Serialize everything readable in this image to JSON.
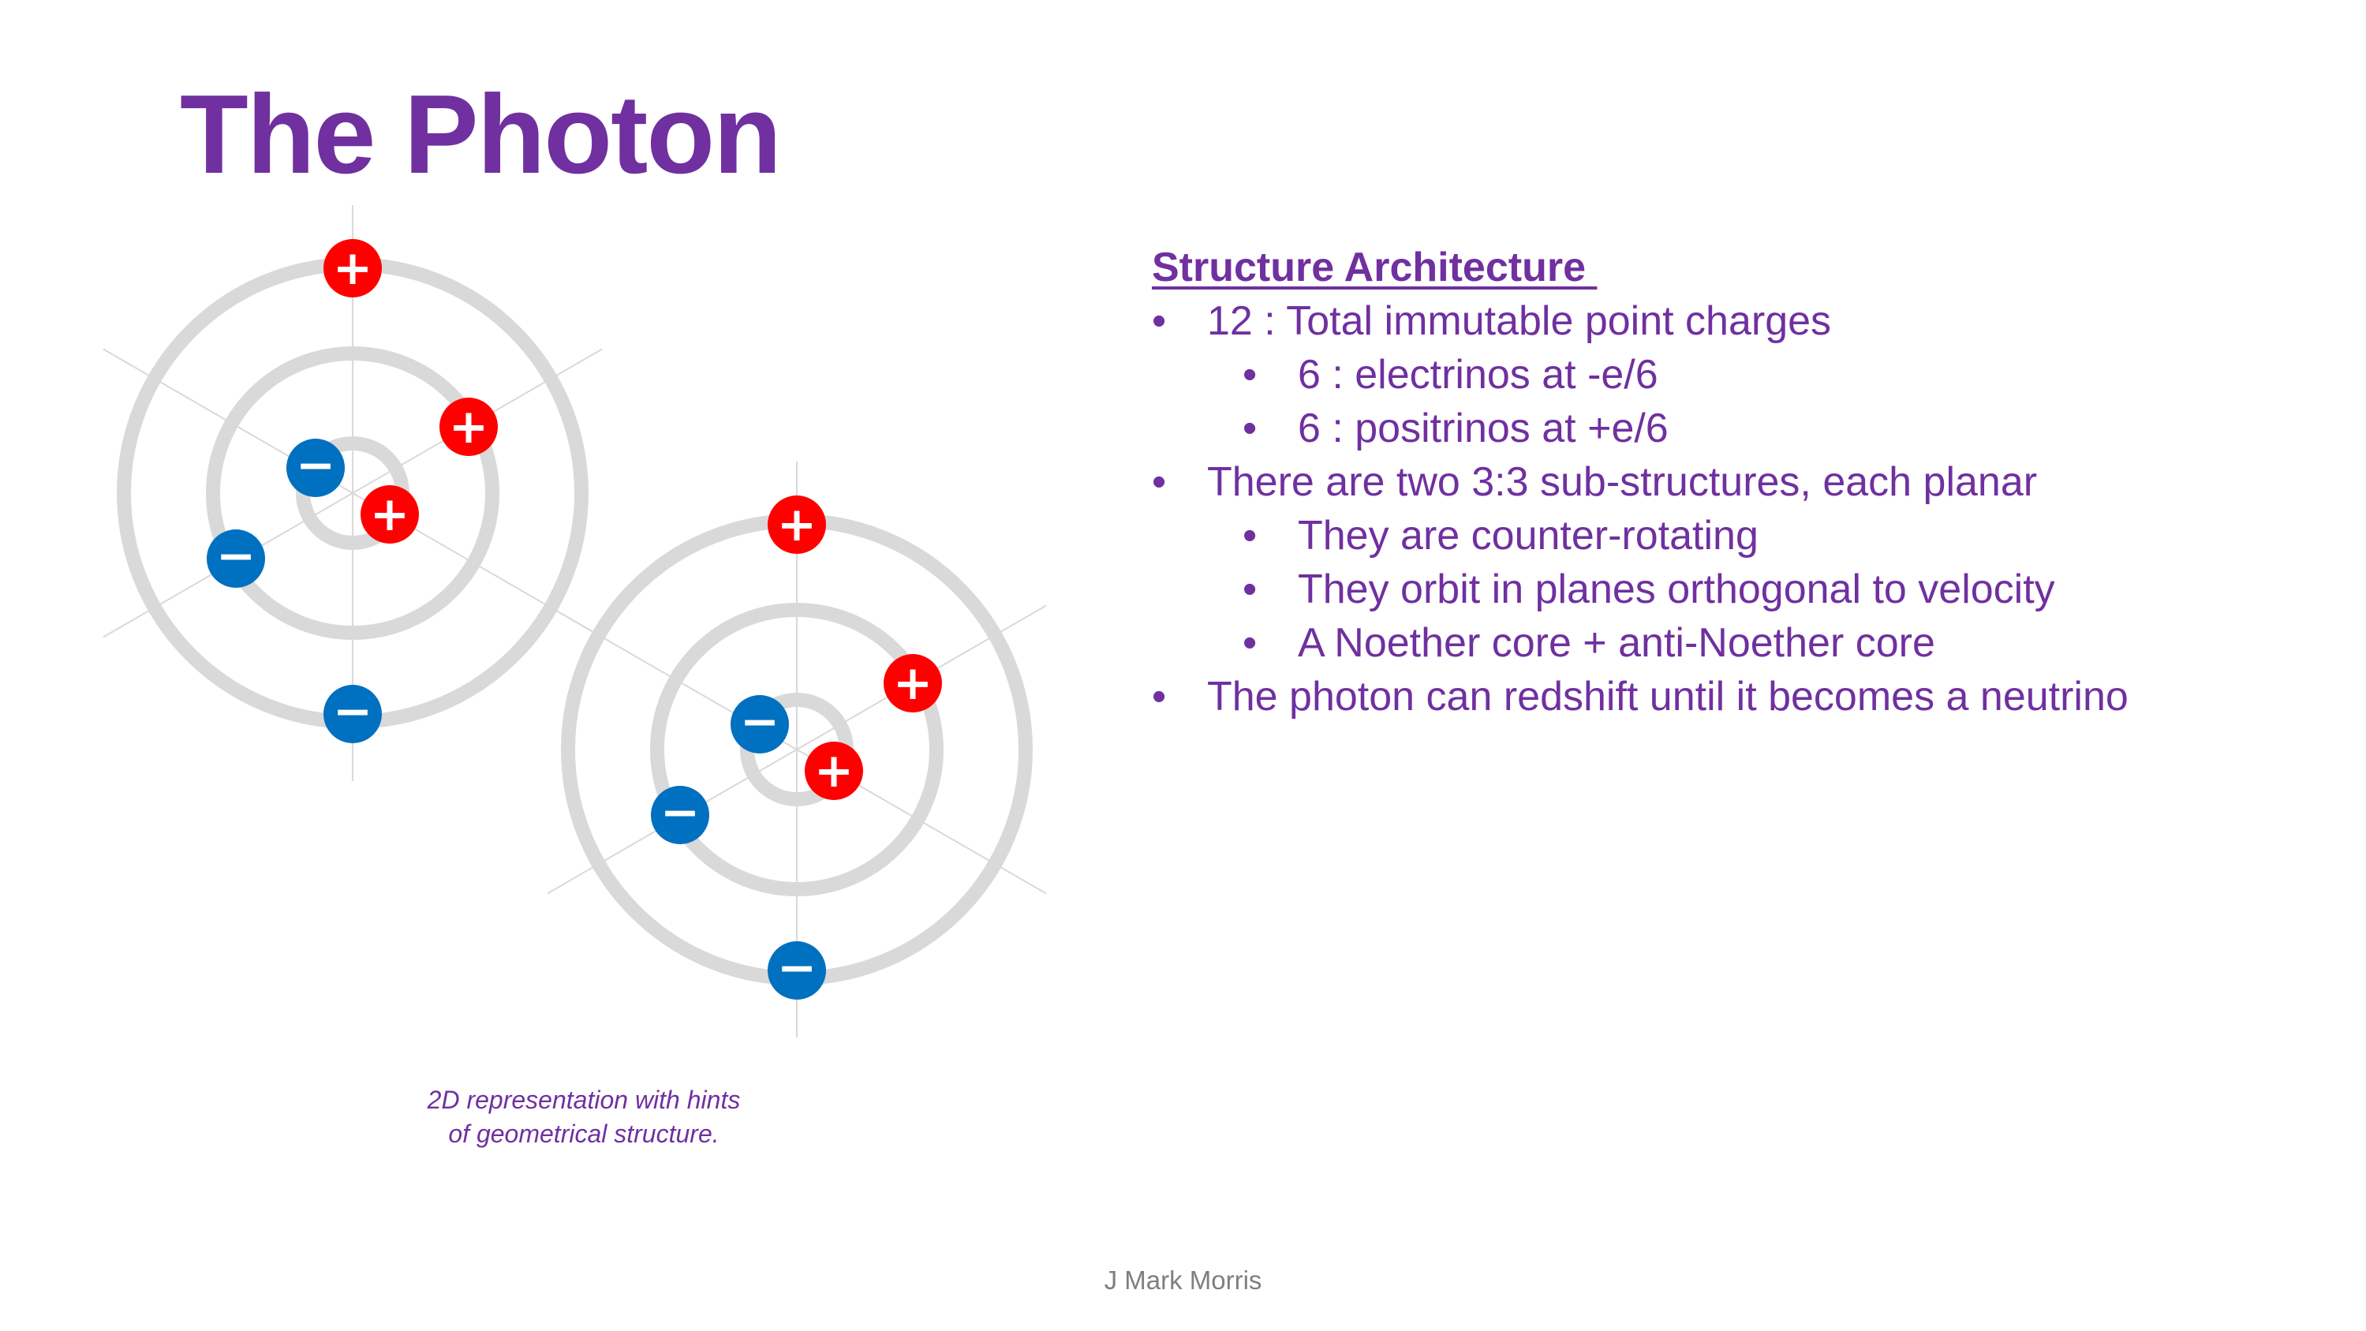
{
  "title": "The Photon",
  "diagram": {
    "charges": [
      {
        "sign": "+",
        "label": "+"
      },
      {
        "sign": "+",
        "label": "+"
      },
      {
        "sign": "+",
        "label": "+"
      },
      {
        "sign": "-",
        "label": "−"
      },
      {
        "sign": "-",
        "label": "−"
      },
      {
        "sign": "-",
        "label": "−"
      },
      {
        "sign": "+",
        "label": "+"
      },
      {
        "sign": "+",
        "label": "+"
      },
      {
        "sign": "+",
        "label": "+"
      },
      {
        "sign": "-",
        "label": "−"
      },
      {
        "sign": "-",
        "label": "−"
      },
      {
        "sign": "-",
        "label": "−"
      }
    ],
    "caption_lines": [
      "2D representation with hints",
      "of geometrical structure."
    ]
  },
  "structure": {
    "heading": "Structure Architecture ",
    "bullets": [
      {
        "level": 1,
        "text": "12 : Total immutable point charges"
      },
      {
        "level": 2,
        "text": "6 : electrinos at -e/6"
      },
      {
        "level": 2,
        "text": "6 : positrinos at +e/6"
      },
      {
        "level": 1,
        "text": "There are two 3:3 sub-structures, each planar"
      },
      {
        "level": 2,
        "text": "They are counter-rotating"
      },
      {
        "level": 2,
        "text": "They orbit in planes orthogonal to velocity"
      },
      {
        "level": 2,
        "text": "A Noether core + anti-Noether core"
      },
      {
        "level": 1,
        "text": "The photon can redshift until it becomes a neutrino"
      }
    ]
  },
  "footer": "J Mark Morris",
  "colors": {
    "title": "#7030a0",
    "text": "#7030a0",
    "footer": "#7f7f7f",
    "ring": "#d9d9d9",
    "axis": "#d9d9d9",
    "positive": "#ff0000",
    "negative": "#0070c0",
    "symbol": "#ffffff"
  }
}
